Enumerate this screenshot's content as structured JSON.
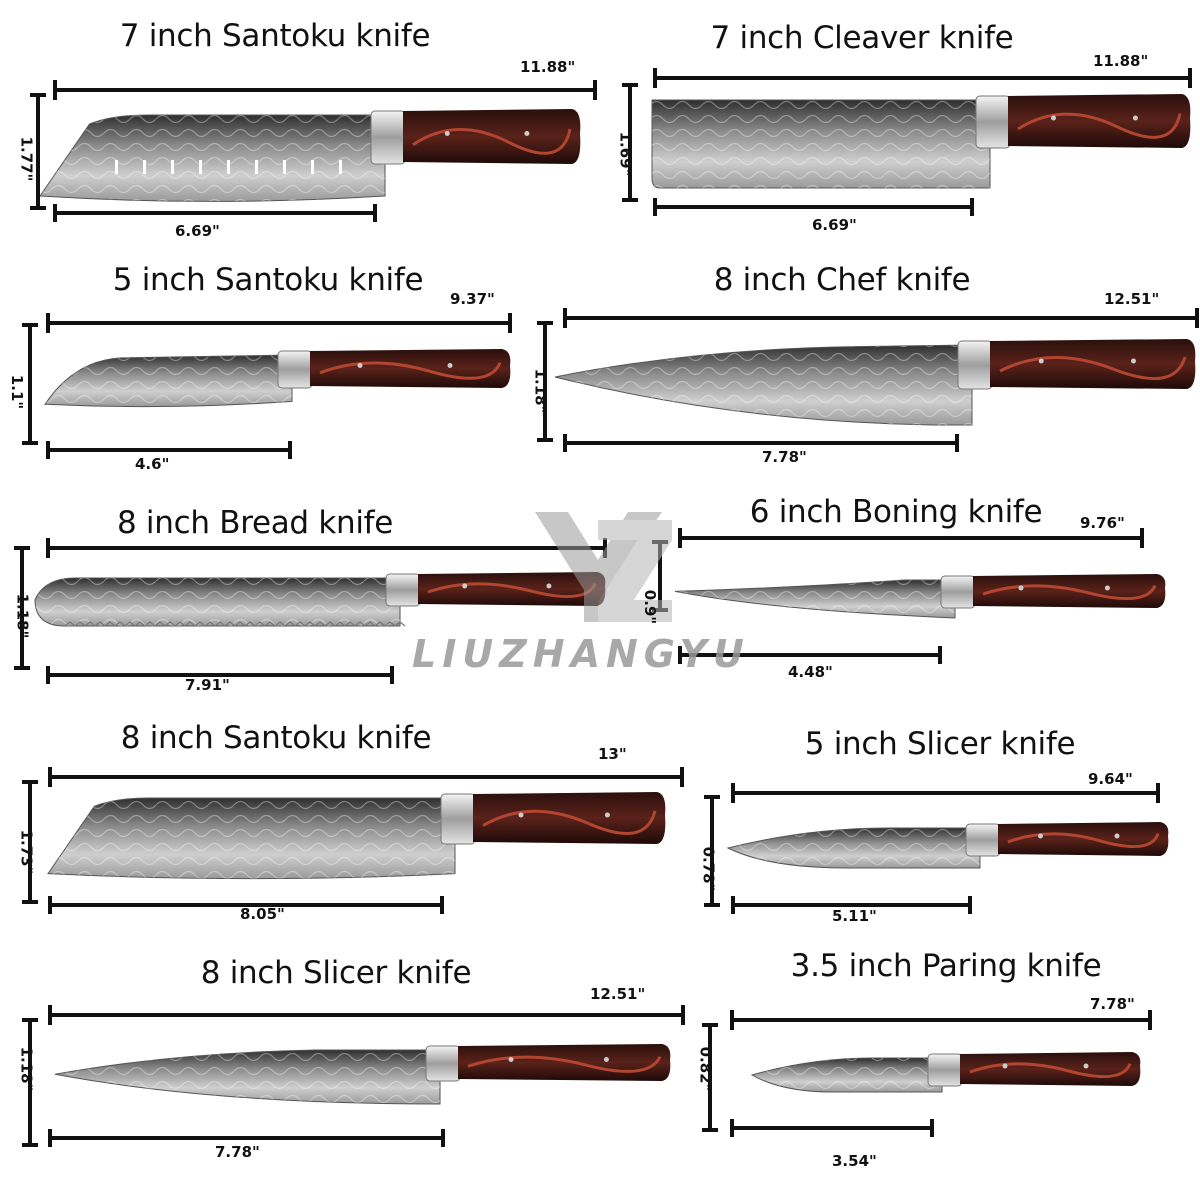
{
  "watermark": {
    "brand": "LIUZHANGYU"
  },
  "knives": [
    {
      "title": "7 inch Santoku knife",
      "length": "11.88\"",
      "height": "1.77\"",
      "blade": "6.69\""
    },
    {
      "title": "7 inch Cleaver knife",
      "length": "11.88\"",
      "height": "1.69\"",
      "blade": "6.69\""
    },
    {
      "title": "5 inch Santoku knife",
      "length": "9.37\"",
      "height": "1.1\"",
      "blade": "4.6\""
    },
    {
      "title": "8 inch Chef knife",
      "length": "12.51\"",
      "height": "1.18\"",
      "blade": "7.78\""
    },
    {
      "title": "8 inch Bread knife",
      "length": "",
      "height": "1.18\"",
      "blade": "7.91\""
    },
    {
      "title": "6 inch Boning knife",
      "length": "9.76\"",
      "height": "0.9\"",
      "blade": "4.48\""
    },
    {
      "title": "8 inch Santoku knife",
      "length": "13\"",
      "height": "1.73\"",
      "blade": "8.05\""
    },
    {
      "title": "5 inch Slicer knife",
      "length": "9.64\"",
      "height": "0.78\"",
      "blade": "5.11\""
    },
    {
      "title": "8 inch Slicer knife",
      "length": "12.51\"",
      "height": "1.18\"",
      "blade": "7.78\""
    },
    {
      "title": "3.5 inch Paring knife",
      "length": "7.78\"",
      "height": "0.82\"",
      "blade": "3.54\""
    }
  ],
  "colors": {
    "handle": "#4a1c16",
    "handle_accent": "#b2452f",
    "blade_light": "#d9d9d9",
    "blade_dark": "#3a3a3a",
    "line": "#111111"
  }
}
